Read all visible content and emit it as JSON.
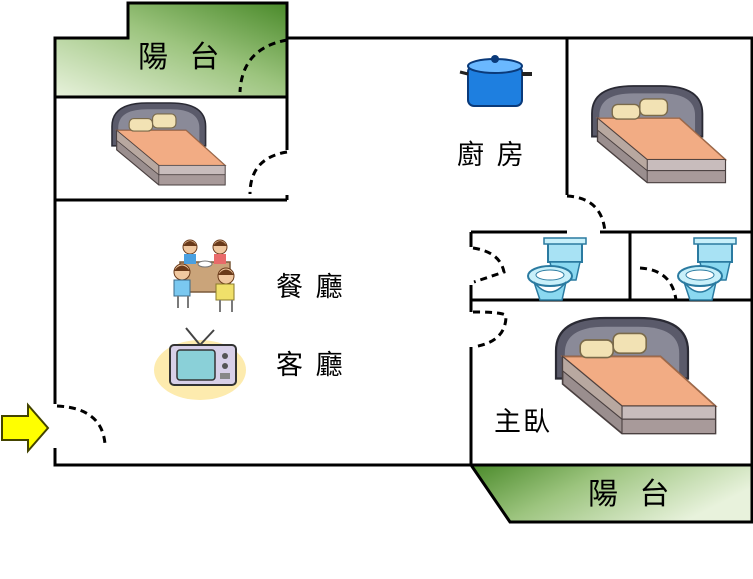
{
  "rooms": {
    "balcony_top": "陽 台",
    "balcony_bottom": "陽 台",
    "kitchen": "廚 房",
    "dining": "餐 廳",
    "living": "客 廳",
    "master_bedroom": "主臥"
  },
  "colors": {
    "balcony_dark": "#4a8a2a",
    "balcony_light": "#e8f2dc",
    "wall": "#000000",
    "entrance_arrow": "#ffff00",
    "pot": "#1e7fe0",
    "bed_frame": "#5a5a6a",
    "bed_sheet": "#f2ac84",
    "toilet": "#8ad8f0"
  },
  "icons": {
    "entrance": "yellow-arrow-icon",
    "kitchen": "cooking-pot-icon",
    "dining": "family-dining-icon",
    "living": "tv-icon",
    "bedrooms": "bed-icon",
    "bathrooms": "toilet-icon"
  }
}
